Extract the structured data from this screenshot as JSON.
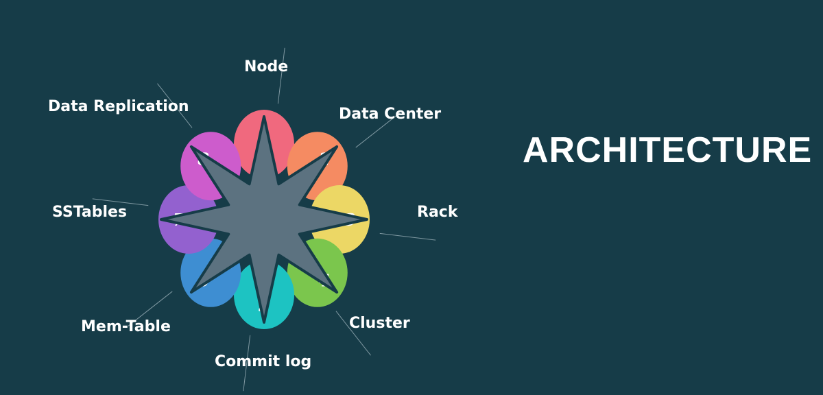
{
  "title": "ARCHITECTURE",
  "petals": [
    {
      "number": "1",
      "label": "Node",
      "color": "#f0697e"
    },
    {
      "number": "2",
      "label": "Data Center",
      "color": "#f58b62"
    },
    {
      "number": "3",
      "label": "Rack",
      "color": "#ecd765"
    },
    {
      "number": "4",
      "label": "Cluster",
      "color": "#7bc64d"
    },
    {
      "number": "5",
      "label": "Commit log",
      "color": "#1dc3c2"
    },
    {
      "number": "6",
      "label": "Mem-Table",
      "color": "#3e8ed2"
    },
    {
      "number": "7",
      "label": "SSTables",
      "color": "#9361cf"
    },
    {
      "number": "8",
      "label": "Data Replication",
      "color": "#cd5ccc"
    }
  ],
  "center_color": "#5c7280",
  "background_color": "#163c48"
}
